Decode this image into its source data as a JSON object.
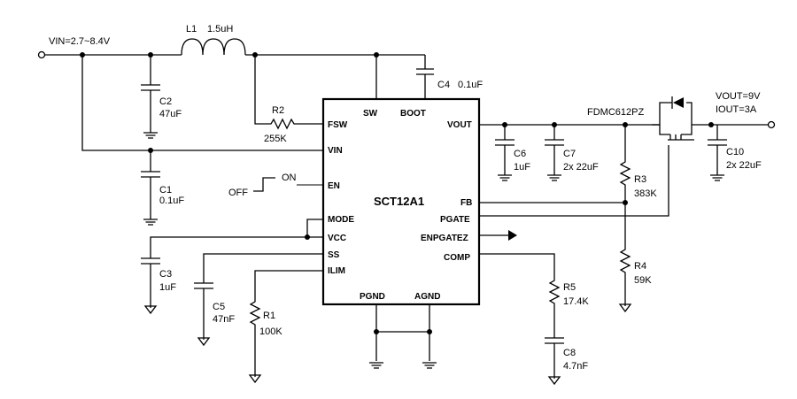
{
  "input": {
    "label": "VIN=2.7~8.4V"
  },
  "output": {
    "voltage": "VOUT=9V",
    "current": "IOUT=3A"
  },
  "ic": {
    "name": "SCT12A1",
    "pins": {
      "sw": "SW",
      "boot": "BOOT",
      "fsw": "FSW",
      "vin": "VIN",
      "en": "EN",
      "mode": "MODE",
      "vcc": "VCC",
      "ss": "SS",
      "ilim": "ILIM",
      "vout": "VOUT",
      "fb": "FB",
      "pgate": "PGATE",
      "enpgatez": "ENPGATEZ",
      "comp": "COMP",
      "pgnd": "PGND",
      "agnd": "AGND"
    }
  },
  "components": {
    "l1": {
      "ref": "L1",
      "value": "1.5uH"
    },
    "c2": {
      "ref": "C2",
      "value": "47uF"
    },
    "c1": {
      "ref": "C1",
      "value": "0.1uF"
    },
    "c4": {
      "ref": "C4",
      "value": "0.1uF"
    },
    "r2": {
      "ref": "R2",
      "value": "255K"
    },
    "c3": {
      "ref": "C3",
      "value": "1uF"
    },
    "c5": {
      "ref": "C5",
      "value": "47nF"
    },
    "r1": {
      "ref": "R1",
      "value": "100K"
    },
    "c6": {
      "ref": "C6",
      "value": "1uF"
    },
    "c7": {
      "ref": "C7",
      "value": "2x 22uF"
    },
    "r3": {
      "ref": "R3",
      "value": "383K"
    },
    "r4": {
      "ref": "R4",
      "value": "59K"
    },
    "r5": {
      "ref": "R5",
      "value": "17.4K"
    },
    "c8": {
      "ref": "C8",
      "value": "4.7nF"
    },
    "c10": {
      "ref": "C10",
      "value": "2x 22uF"
    },
    "q1": {
      "part": "FDMC612PZ"
    }
  },
  "switch": {
    "off": "OFF",
    "on": "ON"
  }
}
